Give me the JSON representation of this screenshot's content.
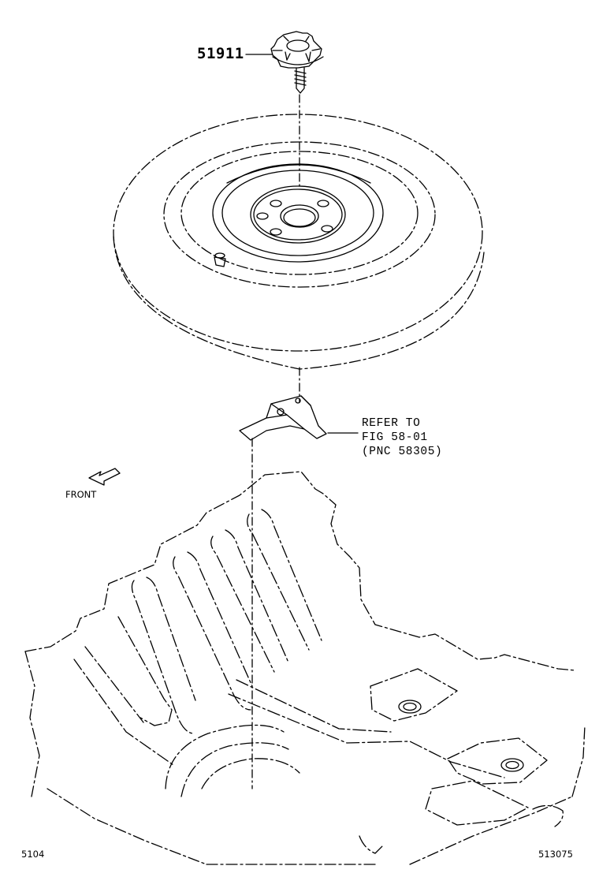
{
  "parts": {
    "spare_wheel_clamp_pnc": "51911"
  },
  "reference_note": {
    "line1": "REFER TO",
    "line2": "FIG 58-01",
    "line3": "(PNC 58305)"
  },
  "orientation": {
    "front_label": "FRONT"
  },
  "footer": {
    "section_code": "5104",
    "illustration_id": "513075"
  },
  "colors": {
    "line": "#000000",
    "background": "#ffffff"
  }
}
